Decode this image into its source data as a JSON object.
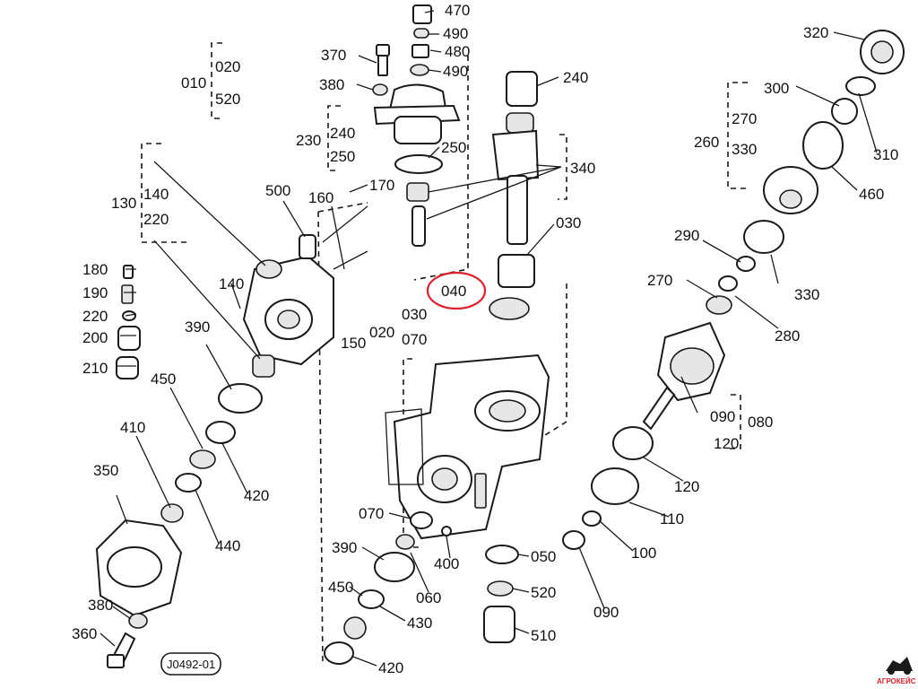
{
  "labels": {
    "l470": "470",
    "l490a": "490",
    "l480": "480",
    "l490b": "490",
    "l240": "240",
    "l320": "320",
    "l370": "370",
    "l380a": "380",
    "l010": "010",
    "l020a": "020",
    "l520a": "520",
    "l300": "300",
    "l310": "310",
    "l270a": "270",
    "l260": "260",
    "l330a": "330",
    "l230": "230",
    "l240b": "240",
    "l250a": "250",
    "l250b": "250",
    "l340": "340",
    "l460": "460",
    "l130": "130",
    "l140a": "140",
    "l220a": "220",
    "l500": "500",
    "l160": "160",
    "l170": "170",
    "l030a": "030",
    "l290": "290",
    "l330b": "330",
    "l180": "180",
    "l190": "190",
    "l220b": "220",
    "l200": "200",
    "l210": "210",
    "l140b": "140",
    "l040": "040",
    "l270b": "270",
    "l280": "280",
    "l390a": "390",
    "l020b": "020",
    "l030b": "030",
    "l070a": "070",
    "l150": "150",
    "l450a": "450",
    "l090a": "090",
    "l080": "080",
    "l120a": "120",
    "l410": "410",
    "l120b": "120",
    "l420a": "420",
    "l350": "350",
    "l440": "440",
    "l110": "110",
    "l070b": "070",
    "l390b": "390",
    "l400": "400",
    "l050": "050",
    "l100": "100",
    "l060": "060",
    "l520b": "520",
    "l090b": "090",
    "l450b": "450",
    "l430": "430",
    "l380b": "380",
    "l510": "510",
    "l360": "360",
    "l420b": "420",
    "drawing_no": "J0492-01",
    "watermark": "АГРОКЕЙС"
  },
  "colors": {
    "line": "#1a1a1a",
    "highlight": "#d9232e",
    "paper": "#ffffff"
  },
  "highlighted_part": "040"
}
